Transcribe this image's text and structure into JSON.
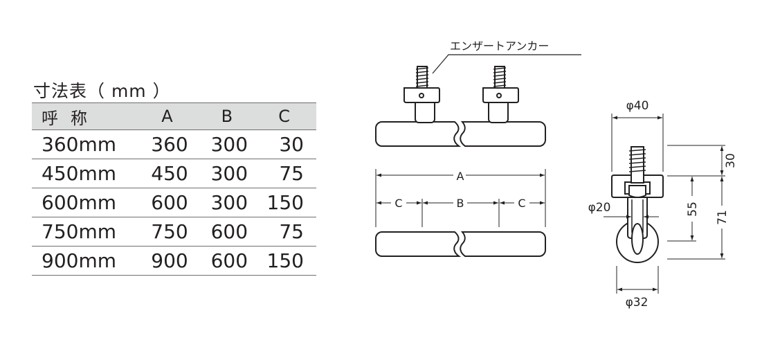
{
  "table": {
    "title": "寸法表（ mm ）",
    "headers": [
      "呼称",
      "A",
      "B",
      "C"
    ],
    "rows": [
      [
        "360mm",
        "360",
        "300",
        "30"
      ],
      [
        "450mm",
        "450",
        "300",
        "75"
      ],
      [
        "600mm",
        "600",
        "300",
        "150"
      ],
      [
        "750mm",
        "750",
        "600",
        "75"
      ],
      [
        "900mm",
        "900",
        "600",
        "150"
      ]
    ]
  },
  "drawing": {
    "anchor_label": "エンザートアンカー",
    "dim_a": "A",
    "dim_b": "B",
    "dim_c_left": "C",
    "dim_c_right": "C",
    "dia_40": "φ40",
    "dia_20": "φ20",
    "dia_32": "φ32",
    "dim_30": "30",
    "dim_55": "55",
    "dim_71": "71"
  }
}
